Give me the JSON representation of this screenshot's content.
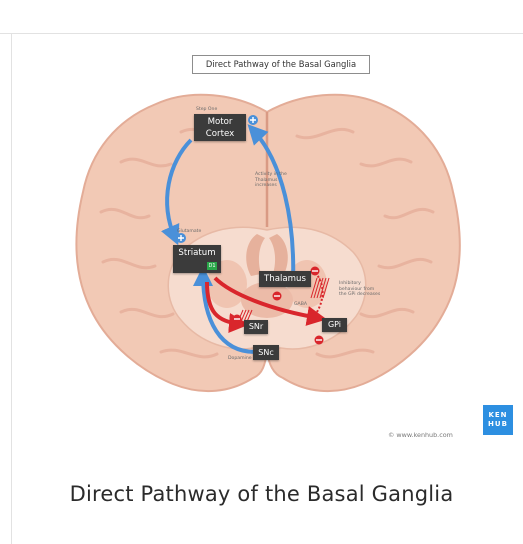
{
  "figure": {
    "title": "Direct Pathway of the Basal Ganglia",
    "caption": "Direct Pathway of the Basal Ganglia",
    "structures": {
      "motor_cortex": {
        "label_line1": "Motor",
        "label_line2": "Cortex",
        "step": "Step One"
      },
      "striatum": {
        "label": "Striatum",
        "badge": "D1"
      },
      "thalamus": {
        "label": "Thalamus"
      },
      "snr": {
        "label": "SNr"
      },
      "gpi": {
        "label": "GPi"
      },
      "snc": {
        "label": "SNc"
      }
    },
    "annotations": {
      "glutamate": "Glutamate",
      "dopamine": "Dopamine",
      "gaba": "GABA",
      "thalamus_activity_1": "Activity in the",
      "thalamus_activity_2": "Thalamus",
      "thalamus_activity_3": "increases",
      "inhibitory_1": "Inhibitory",
      "inhibitory_2": "behaviour from",
      "inhibitory_3": "the GPi decreases"
    },
    "signs": {
      "plus": "+",
      "minus": "−"
    },
    "brand": {
      "line1": "KEN",
      "line2": "HUB",
      "url": "© www.kenhub.com"
    },
    "colors": {
      "excitatory": "#4a90d9",
      "inhibitory": "#d9262c",
      "label_box": "#3b3b3b",
      "brain": "#f2c9b5",
      "brand": "#2d8fe1"
    }
  }
}
